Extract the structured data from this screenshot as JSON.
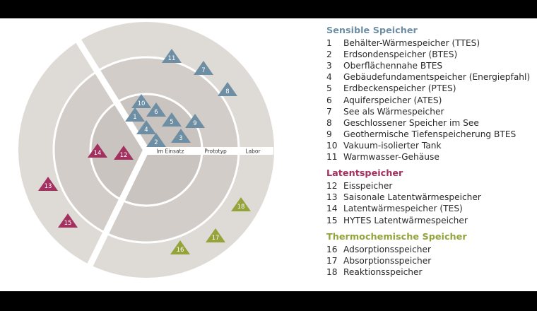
{
  "ring_labels": [
    "Im Einsatz",
    "Prototyp",
    "Labor"
  ],
  "colors": {
    "sensible": "#6e8ea3",
    "latent": "#a3305f",
    "thermochemical": "#94a33a",
    "outer_ring": "#dedad6",
    "middle_ring": "#d2cdc9",
    "inner_ring": "#c9c4c0"
  },
  "groups": [
    {
      "key": "sensible",
      "title": "Sensible Speicher",
      "items": [
        {
          "num": "1",
          "label": "Behälter-Wärmespeicher (TTES)"
        },
        {
          "num": "2",
          "label": "Erdsondenspeicher (BTES)"
        },
        {
          "num": "3",
          "label": "Oberflächennahe BTES"
        },
        {
          "num": "4",
          "label": "Gebäudefundamentspeicher (Energiepfahl)"
        },
        {
          "num": "5",
          "label": "Erdbeckenspeicher (PTES)"
        },
        {
          "num": "6",
          "label": "Aquiferspeicher (ATES)"
        },
        {
          "num": "7",
          "label": "See als Wärmespeicher"
        },
        {
          "num": "8",
          "label": "Geschlossener Speicher im See"
        },
        {
          "num": "9",
          "label": "Geothermische Tiefenspeicherung BTES"
        },
        {
          "num": "10",
          "label": "Vakuum-isolierter Tank"
        },
        {
          "num": "11",
          "label": "Warmwasser-Gehäuse"
        }
      ]
    },
    {
      "key": "latent",
      "title": "Latentspeicher",
      "items": [
        {
          "num": "12",
          "label": "Eisspeicher"
        },
        {
          "num": "13",
          "label": "Saisonale Latentwärmespeicher"
        },
        {
          "num": "14",
          "label": "Latentwärmespeicher (TES)"
        },
        {
          "num": "15",
          "label": "HYTES Latentwärmespeicher"
        }
      ]
    },
    {
      "key": "thermochemical",
      "title": "Thermochemische Speicher",
      "items": [
        {
          "num": "16",
          "label": "Adsorptionsspeicher"
        },
        {
          "num": "17",
          "label": "Absorptionsspeicher"
        },
        {
          "num": "18",
          "label": "Reaktionsspeicher"
        }
      ]
    }
  ]
}
